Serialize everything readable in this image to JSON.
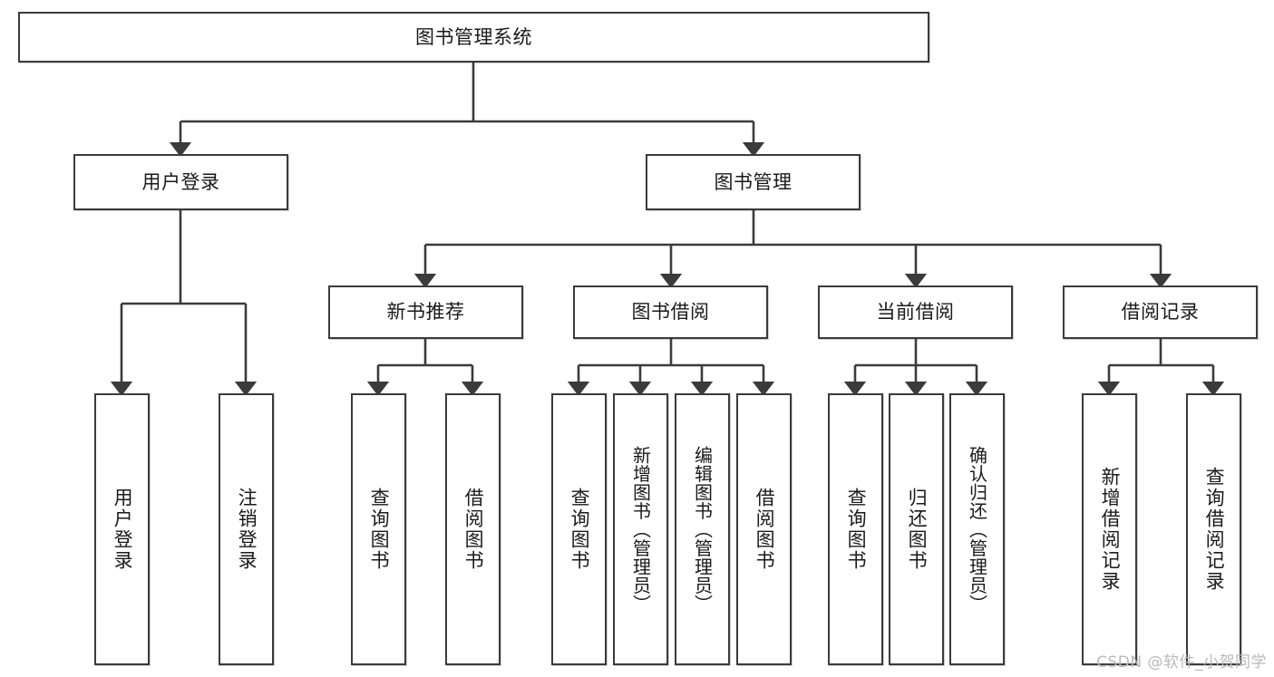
{
  "diagram": {
    "type": "tree-hierarchy-chart",
    "title": "图书管理系统",
    "watermark": "CSDN @软件_小贺同学",
    "colors": {
      "box_border": "#3b3b3b",
      "box_fill": "#ffffff",
      "connector": "#3b3b3b",
      "text": "#1a1a1a",
      "watermark": "#b9b9b9",
      "background": "#ffffff"
    },
    "root": {
      "label": "图书管理系统"
    },
    "level2": [
      {
        "id": "user-login",
        "label": "用户登录"
      },
      {
        "id": "book-management",
        "label": "图书管理"
      }
    ],
    "level3": [
      {
        "id": "new-book-recommend",
        "label": "新书推荐",
        "parent": "book-management"
      },
      {
        "id": "book-borrow",
        "label": "图书借阅",
        "parent": "book-management"
      },
      {
        "id": "current-borrow",
        "label": "当前借阅",
        "parent": "book-management"
      },
      {
        "id": "borrow-record",
        "label": "借阅记录",
        "parent": "book-management"
      }
    ],
    "leaves": [
      {
        "id": "leaf-user-login",
        "label": "用户登录",
        "parent": "user-login"
      },
      {
        "id": "leaf-logout-login",
        "label": "注销登录",
        "parent": "user-login"
      },
      {
        "id": "leaf-query-book-1",
        "label": "查询图书",
        "parent": "new-book-recommend"
      },
      {
        "id": "leaf-borrow-book-1",
        "label": "借阅图书",
        "parent": "new-book-recommend"
      },
      {
        "id": "leaf-query-book-2",
        "label": "查询图书",
        "parent": "book-borrow"
      },
      {
        "id": "leaf-add-book",
        "label": "新增图书（管理员）",
        "parent": "book-borrow"
      },
      {
        "id": "leaf-edit-book",
        "label": "编辑图书（管理员）",
        "parent": "book-borrow"
      },
      {
        "id": "leaf-borrow-book-2",
        "label": "借阅图书",
        "parent": "book-borrow"
      },
      {
        "id": "leaf-query-book-3",
        "label": "查询图书",
        "parent": "current-borrow"
      },
      {
        "id": "leaf-return-book",
        "label": "归还图书",
        "parent": "current-borrow"
      },
      {
        "id": "leaf-confirm-return",
        "label": "确认归还（管理员）",
        "parent": "current-borrow"
      },
      {
        "id": "leaf-add-record",
        "label": "新增借阅记录",
        "parent": "borrow-record"
      },
      {
        "id": "leaf-query-record",
        "label": "查询借阅记录",
        "parent": "borrow-record"
      }
    ]
  }
}
